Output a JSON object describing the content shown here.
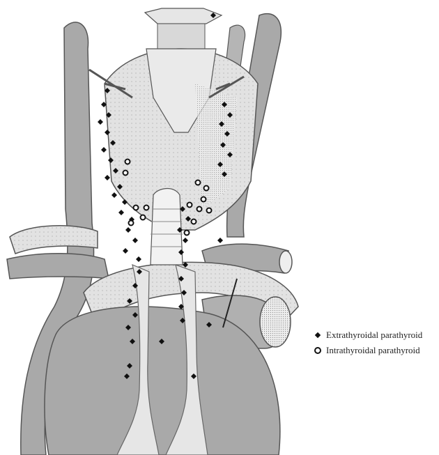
{
  "legend": {
    "extrathyroidal": {
      "label": "Extrathyroidal parathyroid",
      "symbol": "filled-diamond"
    },
    "intrathyroidal": {
      "label": "Intrathyroidal parathyroid",
      "symbol": "open-circle"
    }
  },
  "colors": {
    "vessel": "#a9a9a9",
    "organ": "#dcdcdc",
    "outline": "#555555",
    "marker": "#111111"
  }
}
